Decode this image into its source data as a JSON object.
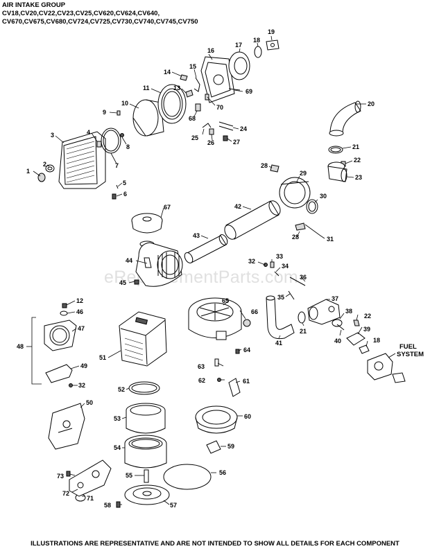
{
  "title_lines": [
    "AIR INTAKE GROUP",
    "CV18,CV20,CV22,CV23,CV25,CV620,CV624,CV640,",
    "CV670,CV675,CV680,CV724,CV725,CV730,CV740,CV745,CV750"
  ],
  "footer": "ILLUSTRATIONS ARE REPRESENTATIVE AND ARE NOT INTENDED TO SHOW ALL DETAILS FOR EACH COMPONENT",
  "watermark": "eReplacementParts.com",
  "fuel_system": [
    "FUEL",
    "SYSTEM"
  ],
  "callouts": {
    "c1": "1",
    "c2": "2",
    "c3": "3",
    "c4": "4",
    "c5": "5",
    "c6": "6",
    "c7": "7",
    "c8": "8",
    "c9": "9",
    "c10": "10",
    "c11": "11",
    "c12": "12",
    "c13": "13",
    "c14": "14",
    "c15": "15",
    "c16": "16",
    "c17": "17",
    "c18a": "18",
    "c18b": "18",
    "c19": "19",
    "c20": "20",
    "c21a": "21",
    "c21b": "21",
    "c22a": "22",
    "c22b": "22",
    "c23": "23",
    "c24": "24",
    "c25": "25",
    "c26": "26",
    "c27": "27",
    "c28a": "28",
    "c28b": "28",
    "c29": "29",
    "c30": "30",
    "c31": "31",
    "c32a": "32",
    "c32b": "32",
    "c33": "33",
    "c34": "34",
    "c35": "35",
    "c36": "36",
    "c37": "37",
    "c38": "38",
    "c39": "39",
    "c40": "40",
    "c41": "41",
    "c42": "42",
    "c43": "43",
    "c44": "44",
    "c45": "45",
    "c46": "46",
    "c47": "47",
    "c48": "48",
    "c49": "49",
    "c50": "50",
    "c51": "51",
    "c52": "52",
    "c53": "53",
    "c54": "54",
    "c55": "55",
    "c56": "56",
    "c57": "57",
    "c58": "58",
    "c59": "59",
    "c60": "60",
    "c61": "61",
    "c62": "62",
    "c63": "63",
    "c64": "64",
    "c65": "65",
    "c66": "66",
    "c67": "67",
    "c68": "68",
    "c69": "69",
    "c70": "70",
    "c71": "71",
    "c72": "72",
    "c73": "73"
  }
}
